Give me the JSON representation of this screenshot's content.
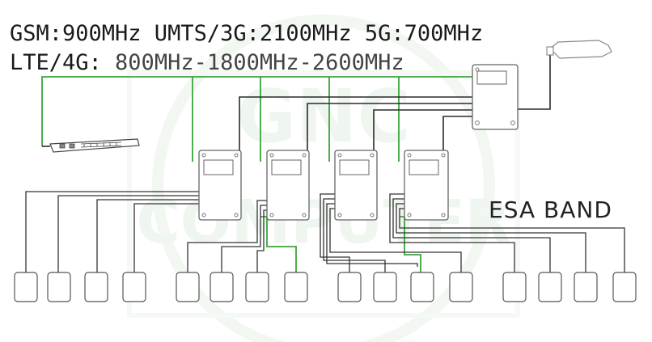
{
  "header": {
    "line1": "GSM:900MHz UMTS/3G:2100MHz 5G:700MHz",
    "line2_prefix": "LTE/4G: ",
    "line2_bands": "800MHz-1800MHz-2600MHz"
  },
  "label_esa": "ESA BAND",
  "colors": {
    "green": "#3aa53a",
    "dark": "#2a2a2a",
    "box_stroke": "#666666",
    "band_gray": "#555555",
    "watermark": "#d9e8d9"
  },
  "watermark_text": [
    "GNC",
    "COMPUTER"
  ],
  "icons": {
    "antenna": "panel-antenna-icon",
    "switch": "network-switch-icon",
    "router": "router-icon",
    "amplifier": "amplifier-icon",
    "endpoint": "endpoint-device-icon"
  }
}
